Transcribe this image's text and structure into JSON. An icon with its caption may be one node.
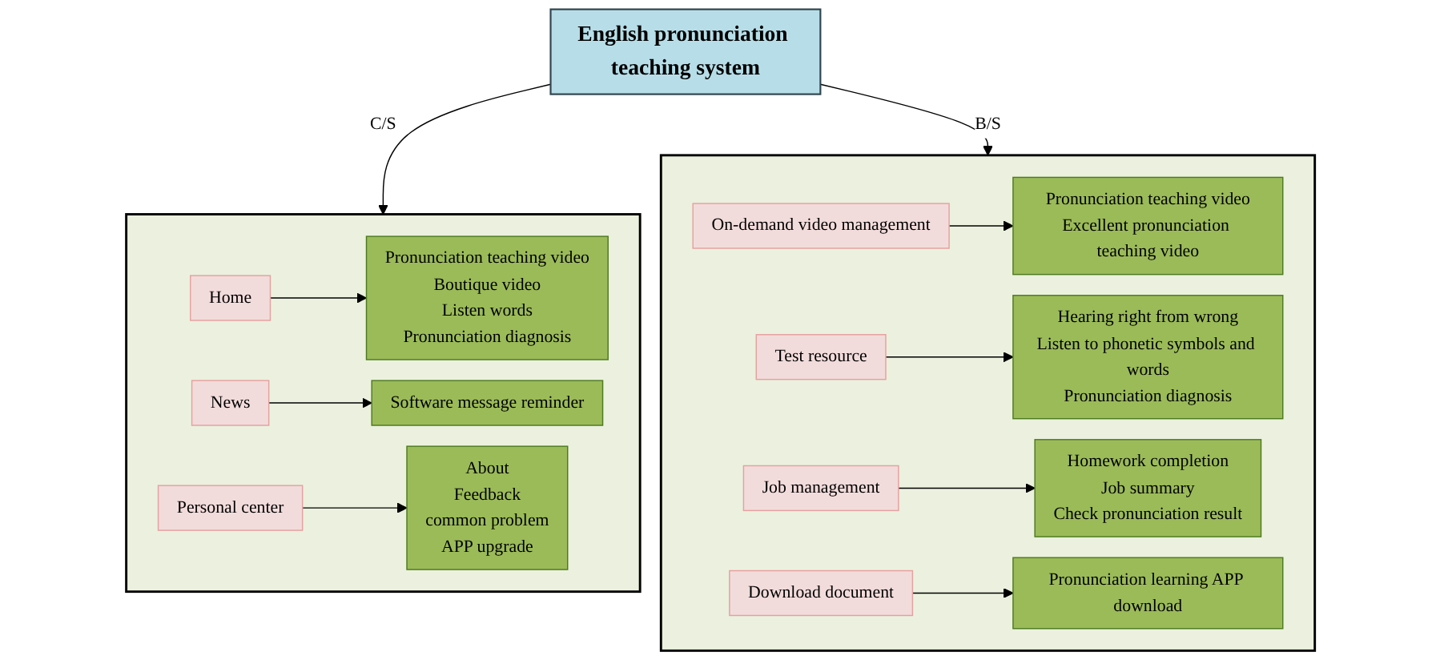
{
  "diagram": {
    "nodes": [
      {
        "text": [
          "English pronunciation teaching system"
        ]
      },
      {
        "text": [],
        "shape": "box"
      },
      {
        "text": [
          "Home"
        ],
        "in": 1
      },
      {
        "text": [
          "Pronunciation teaching video",
          "Boutique video",
          "Listen words",
          "Pronunciation diagnosis"
        ],
        "in": 1
      },
      {
        "text": [
          "News"
        ],
        "in": 1
      },
      {
        "text": [
          "Software message reminder"
        ],
        "in": 1
      },
      {
        "text": [
          "Personal center"
        ],
        "in": 1
      },
      {
        "text": [
          "About",
          "Feedback",
          "common problem",
          "APP upgrade"
        ],
        "in": 1
      },
      {
        "text": [],
        "shape": "box"
      },
      {
        "text": [
          "On-demand video management"
        ],
        "in": 8
      },
      {
        "text": [
          "Pronunciation teaching video",
          "Excellent pronunciation teaching video"
        ],
        "in": 8
      },
      {
        "text": [
          "Test resource"
        ],
        "in": 8
      },
      {
        "text": [
          "Hearing right from wrong",
          "Listen to phonetic symbols and words",
          "Pronunciation diagnosis"
        ],
        "in": 8
      },
      {
        "text": [
          "Job management"
        ],
        "in": 8
      },
      {
        "text": [
          "Homework completion",
          "Job summary",
          "Check pronunciation result"
        ],
        "in": 8
      },
      {
        "text": [
          "Download document"
        ],
        "in": 8
      },
      {
        "text": [
          "Pronunciation learning APP download"
        ],
        "in": 8
      }
    ],
    "edges": [
      {
        "from": 0,
        "to": 1,
        "arrow": "to",
        "label": "C/S"
      },
      {
        "from": 0,
        "to": 8,
        "arrow": "to",
        "label": "B/S"
      },
      {
        "from": 2,
        "to": 3,
        "arrow": "to"
      },
      {
        "from": 4,
        "to": 5,
        "arrow": "to"
      },
      {
        "from": 6,
        "to": 7,
        "arrow": "to"
      },
      {
        "from": 9,
        "to": 10,
        "arrow": "to"
      },
      {
        "from": 11,
        "to": 12,
        "arrow": "to"
      },
      {
        "from": 13,
        "to": 14,
        "arrow": "to"
      },
      {
        "from": 15,
        "to": 16,
        "arrow": "to"
      }
    ]
  }
}
